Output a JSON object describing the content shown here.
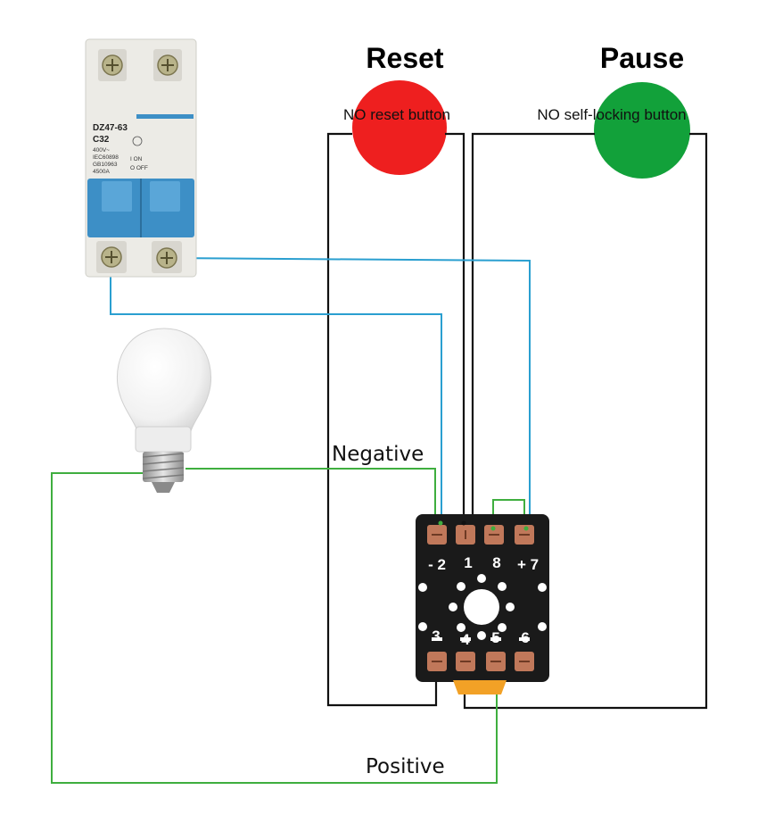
{
  "titles": {
    "reset": "Reset",
    "pause": "Pause"
  },
  "button_labels": {
    "reset": "NO reset button",
    "pause": "NO self-locking button"
  },
  "wire_labels": {
    "negative": "Negative",
    "positive": "Positive"
  },
  "breaker": {
    "model": "DZ47-63",
    "rating": "C32",
    "voltage": "400V~",
    "standard_1": "IEC60898",
    "standard_2": "GB10963",
    "capacity": "4500A",
    "on_mark": "I ON",
    "off_mark": "O OFF"
  },
  "relay_pins": {
    "top": [
      "- 2",
      "1",
      "8",
      "+ 7"
    ],
    "bottom": [
      "3",
      "4",
      "5",
      "6"
    ]
  },
  "colors": {
    "reset_button": "#ee1f1f",
    "pause_button": "#12a13a",
    "wire_black": "#111111",
    "wire_blue": "#2a9fd0",
    "wire_green": "#3fae3f",
    "breaker_body": "#ecebe6",
    "breaker_handle": "#3d8fc6",
    "relay_body": "#1a1a1a",
    "terminal_copper": "#c0785a"
  },
  "icons": {
    "breaker": "circuit-breaker-icon",
    "bulb": "light-bulb-icon",
    "relay": "relay-socket-icon"
  }
}
